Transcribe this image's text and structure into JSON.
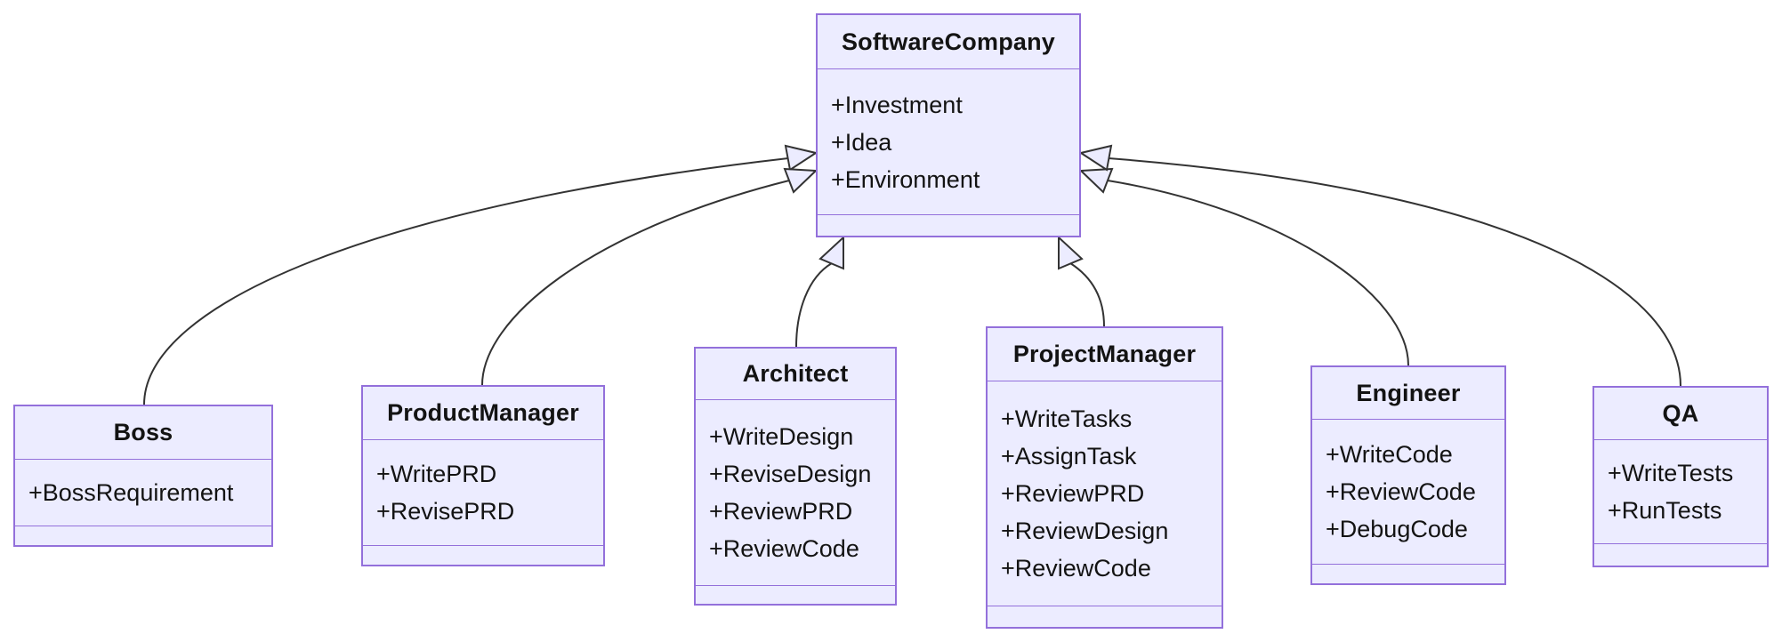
{
  "diagram": {
    "type": "uml-class-diagram",
    "background": "#ffffff",
    "node_fill": "#ECECFF",
    "node_border": "#9370DB",
    "edge_color": "#333333",
    "text_color": "#131313"
  },
  "classes": [
    {
      "name": "SoftwareCompany",
      "attributes": [
        "+Investment",
        "+Idea",
        "+Environment"
      ],
      "methods": []
    },
    {
      "name": "Boss",
      "attributes": [
        "+BossRequirement"
      ],
      "methods": []
    },
    {
      "name": "ProductManager",
      "attributes": [
        "+WritePRD",
        "+RevisePRD"
      ],
      "methods": []
    },
    {
      "name": "Architect",
      "attributes": [
        "+WriteDesign",
        "+ReviseDesign",
        "+ReviewPRD",
        "+ReviewCode"
      ],
      "methods": []
    },
    {
      "name": "ProjectManager",
      "attributes": [
        "+WriteTasks",
        "+AssignTask",
        "+ReviewPRD",
        "+ReviewDesign",
        "+ReviewCode"
      ],
      "methods": []
    },
    {
      "name": "Engineer",
      "attributes": [
        "+WriteCode",
        "+ReviewCode",
        "+DebugCode"
      ],
      "methods": []
    },
    {
      "name": "QA",
      "attributes": [
        "+WriteTests",
        "+RunTests"
      ],
      "methods": []
    }
  ],
  "relationships": [
    {
      "from": "Boss",
      "to": "SoftwareCompany",
      "type": "inheritance"
    },
    {
      "from": "ProductManager",
      "to": "SoftwareCompany",
      "type": "inheritance"
    },
    {
      "from": "Architect",
      "to": "SoftwareCompany",
      "type": "inheritance"
    },
    {
      "from": "ProjectManager",
      "to": "SoftwareCompany",
      "type": "inheritance"
    },
    {
      "from": "Engineer",
      "to": "SoftwareCompany",
      "type": "inheritance"
    },
    {
      "from": "QA",
      "to": "SoftwareCompany",
      "type": "inheritance"
    }
  ]
}
